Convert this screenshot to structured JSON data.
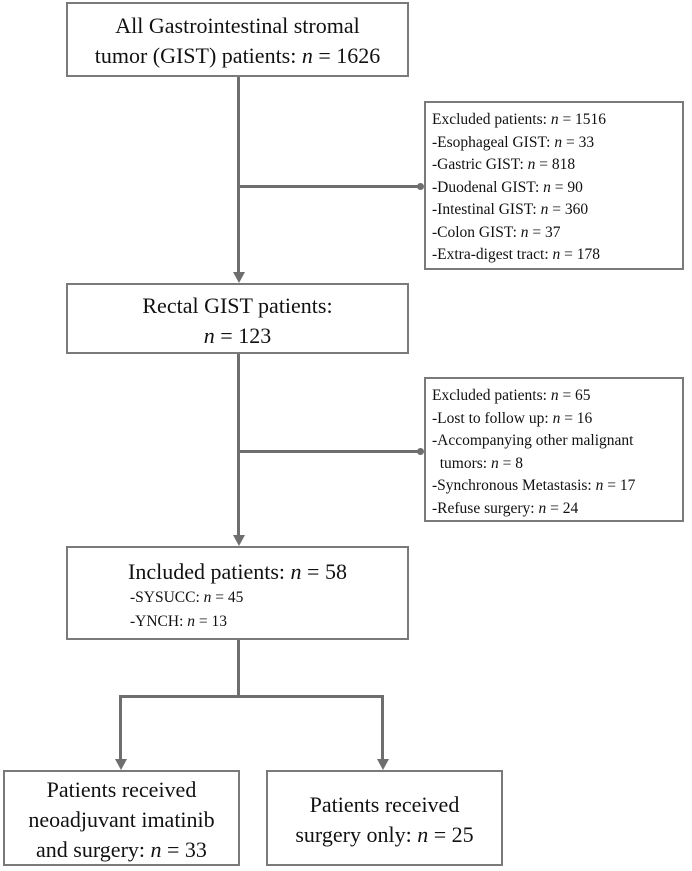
{
  "boxes": {
    "all": {
      "line1": "All Gastrointestinal stromal",
      "line2_prefix": "tumor (GIST) patients: ",
      "n_label": "n",
      "line2_suffix": " = 1626"
    },
    "excluded1": {
      "items": [
        {
          "prefix": "Excluded patients: ",
          "n": "n",
          "suffix": " = 1516"
        },
        {
          "prefix": "-Esophageal GIST: ",
          "n": "n",
          "suffix": " = 33"
        },
        {
          "prefix": "-Gastric GIST: ",
          "n": "n",
          "suffix": " = 818"
        },
        {
          "prefix": "-Duodenal GIST: ",
          "n": "n",
          "suffix": " = 90"
        },
        {
          "prefix": "-Intestinal GIST: ",
          "n": "n",
          "suffix": " = 360"
        },
        {
          "prefix": "-Colon GIST: ",
          "n": "n",
          "suffix": " = 37"
        },
        {
          "prefix": "-Extra-digest tract: ",
          "n": "n",
          "suffix": " = 178"
        }
      ]
    },
    "rectal": {
      "line1": "Rectal GIST patients:",
      "n_label": "n",
      "line2_suffix": " = 123"
    },
    "excluded2": {
      "items": [
        {
          "prefix": "Excluded patients: ",
          "n": "n",
          "suffix": " = 65"
        },
        {
          "prefix": "-Lost to follow up: ",
          "n": "n",
          "suffix": " = 16"
        },
        {
          "prefix": "-Accompanying other malignant",
          "n": "",
          "suffix": ""
        },
        {
          "prefix": "  tumors: ",
          "n": "n",
          "suffix": " = 8"
        },
        {
          "prefix": "-Synchronous Metastasis: ",
          "n": "n",
          "suffix": " = 17"
        },
        {
          "prefix": "-Refuse surgery: ",
          "n": "n",
          "suffix": " = 24"
        }
      ]
    },
    "included": {
      "title_prefix": "Included patients: ",
      "n_label": "n",
      "title_suffix": " = 58",
      "sub1_prefix": "-SYSUCC: ",
      "sub1_suffix": " = 45",
      "sub2_prefix": "-YNCH: ",
      "sub2_suffix": " = 13"
    },
    "neoadjuvant": {
      "line1": "Patients received",
      "line2": "neoadjuvant imatinib",
      "line3_prefix": "and surgery: ",
      "n_label": "n",
      "line3_suffix": " = 33"
    },
    "surgery_only": {
      "line1": "Patients received",
      "line2_prefix": "surgery only: ",
      "n_label": "n",
      "line2_suffix": " = 25"
    }
  },
  "colors": {
    "border": "#7a7a7a",
    "connector": "#6e6e6e"
  }
}
